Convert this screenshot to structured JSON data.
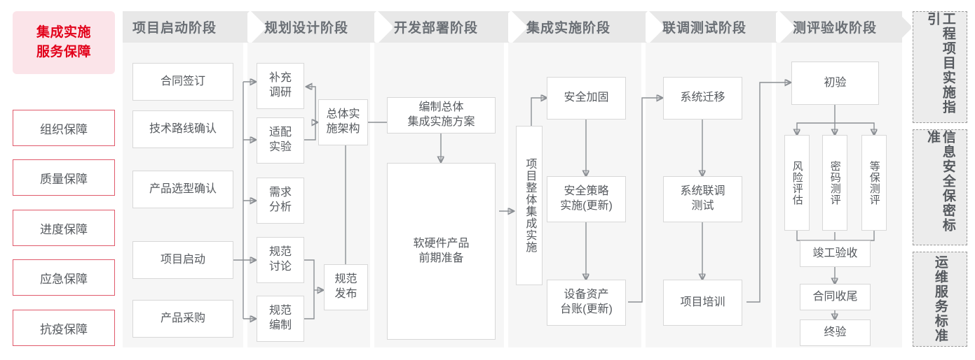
{
  "title_box": {
    "label": "集成实施\n服务保障",
    "line1": "集成实施",
    "line2": "服务保障",
    "color": "#e2001a",
    "bg": "#fbe4e9"
  },
  "guarantees": [
    {
      "label": "组织保障"
    },
    {
      "label": "质量保障"
    },
    {
      "label": "进度保障"
    },
    {
      "label": "应急保障"
    },
    {
      "label": "抗疫保障"
    }
  ],
  "phases": [
    {
      "id": "start",
      "header": "项目启动阶段",
      "tasks": [
        {
          "label": "合同签订"
        },
        {
          "label": "技术路线确认"
        },
        {
          "label": "产品选型确认"
        },
        {
          "label": "项目启动"
        },
        {
          "label": "产品采购"
        }
      ]
    },
    {
      "id": "plan",
      "header": "规划设计阶段",
      "tasks": [
        {
          "label": "补充\n调研",
          "l1": "补充",
          "l2": "调研"
        },
        {
          "label": "适配\n实验",
          "l1": "适配",
          "l2": "实验"
        },
        {
          "label": "需求\n分析",
          "l1": "需求",
          "l2": "分析"
        },
        {
          "label": "规范\n讨论",
          "l1": "规范",
          "l2": "讨论"
        },
        {
          "label": "规范\n编制",
          "l1": "规范",
          "l2": "编制"
        },
        {
          "label": "总体实\n施架构",
          "l1": "总体实",
          "l2": "施架构"
        },
        {
          "label": "规范\n发布",
          "l1": "规范",
          "l2": "发布"
        }
      ]
    },
    {
      "id": "dev",
      "header": "开发部署阶段",
      "tasks": [
        {
          "label": "编制总体\n集成实施方案",
          "l1": "编制总体",
          "l2": "集成实施方案"
        },
        {
          "label": "软硬件产品\n前期准备",
          "l1": "软硬件产品",
          "l2": "前期准备"
        }
      ]
    },
    {
      "id": "integ",
      "header": "集成实施阶段",
      "tasks": [
        {
          "label": "项目整体集成实施"
        },
        {
          "label": "安全加固"
        },
        {
          "label": "安全策略\n实施(更新)",
          "l1": "安全策略",
          "l2": "实施(更新)"
        },
        {
          "label": "设备资产\n台账(更新)",
          "l1": "设备资产",
          "l2": "台账(更新)"
        }
      ]
    },
    {
      "id": "test",
      "header": "联调测试阶段",
      "tasks": [
        {
          "label": "系统迁移"
        },
        {
          "label": "系统联调\n测试",
          "l1": "系统联调",
          "l2": "测试"
        },
        {
          "label": "项目培训"
        }
      ]
    },
    {
      "id": "accept",
      "header": "测评验收阶段",
      "tasks": [
        {
          "label": "初验"
        },
        {
          "label": "风险评估"
        },
        {
          "label": "密码测评"
        },
        {
          "label": "等保测评"
        },
        {
          "label": "竣工验收"
        },
        {
          "label": "合同收尾"
        },
        {
          "label": "终验"
        }
      ]
    }
  ],
  "standards": [
    {
      "label": "工程项目实施指引"
    },
    {
      "label": "信息安全保密标准"
    },
    {
      "label": "运维服务标准"
    }
  ]
}
